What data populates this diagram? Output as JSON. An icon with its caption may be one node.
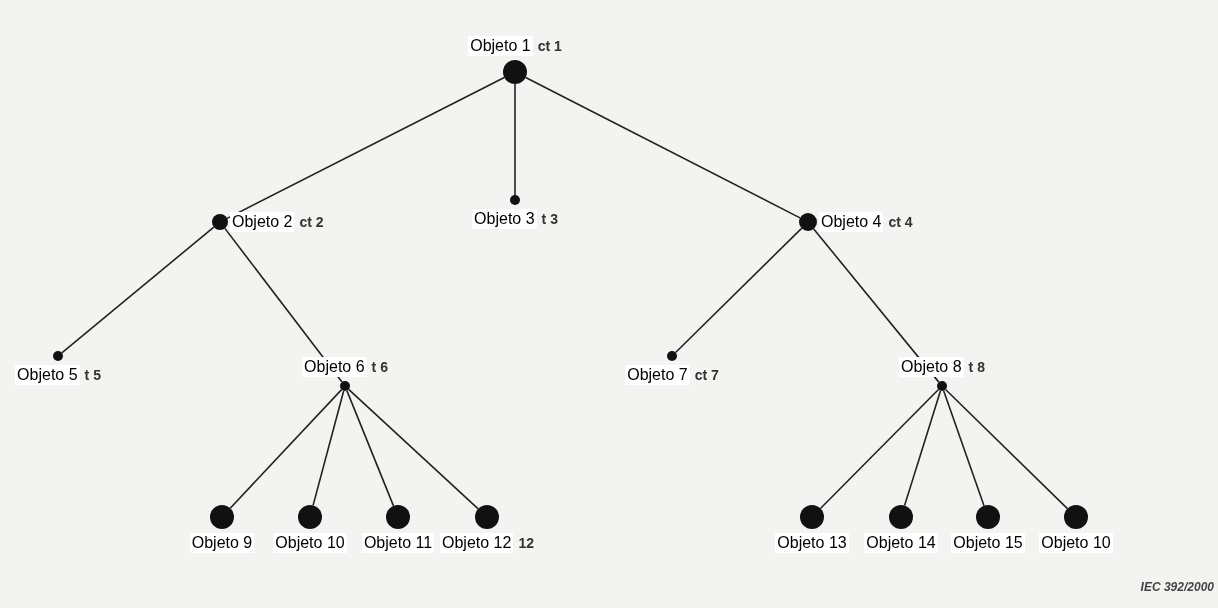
{
  "diagram": {
    "nodes": [
      {
        "text": [
          "Objeto 1"
        ],
        "beside": [
          "ct 1"
        ]
      },
      {
        "text": [
          "Objeto 2"
        ],
        "beside": [
          "ct 2"
        ]
      },
      {
        "text": [
          "Objeto 3"
        ],
        "beside": [
          "t 3"
        ]
      },
      {
        "text": [
          "Objeto 4"
        ],
        "beside": [
          "ct 4"
        ]
      },
      {
        "text": [
          "Objeto 5"
        ],
        "beside": [
          "t 5"
        ]
      },
      {
        "text": [
          "Objeto 6"
        ],
        "beside": [
          "t 6"
        ]
      },
      {
        "text": [
          "Objeto 7"
        ],
        "beside": [
          "ct 7"
        ]
      },
      {
        "text": [
          "Objeto 8"
        ],
        "beside": [
          "t 8"
        ]
      },
      {
        "text": [
          "Objeto 9"
        ]
      },
      {
        "text": [
          "Objeto 10"
        ]
      },
      {
        "text": [
          "Objeto 11"
        ]
      },
      {
        "text": [
          "Objeto 12"
        ],
        "beside": [
          "12"
        ]
      },
      {
        "text": [
          "Objeto 13"
        ]
      },
      {
        "text": [
          "Objeto 14"
        ]
      },
      {
        "text": [
          "Objeto 15"
        ]
      },
      {
        "text": [
          "Objeto 10"
        ]
      }
    ],
    "edges": [
      {
        "from": 0,
        "to": 1,
        "arrow": "none"
      },
      {
        "from": 0,
        "to": 2,
        "arrow": "none"
      },
      {
        "from": 0,
        "to": 3,
        "arrow": "none"
      },
      {
        "from": 1,
        "to": 4,
        "arrow": "none"
      },
      {
        "from": 1,
        "to": 5,
        "arrow": "none"
      },
      {
        "from": 3,
        "to": 6,
        "arrow": "none"
      },
      {
        "from": 3,
        "to": 7,
        "arrow": "none"
      },
      {
        "from": 5,
        "to": 8,
        "arrow": "none"
      },
      {
        "from": 5,
        "to": 9,
        "arrow": "none"
      },
      {
        "from": 5,
        "to": 10,
        "arrow": "none"
      },
      {
        "from": 5,
        "to": 11,
        "arrow": "none"
      },
      {
        "from": 7,
        "to": 12,
        "arrow": "none"
      },
      {
        "from": 7,
        "to": 13,
        "arrow": "none"
      },
      {
        "from": 7,
        "to": 14,
        "arrow": "none"
      },
      {
        "from": 7,
        "to": 15,
        "arrow": "none"
      }
    ],
    "labels": [
      "IEC 392/2000"
    ]
  }
}
